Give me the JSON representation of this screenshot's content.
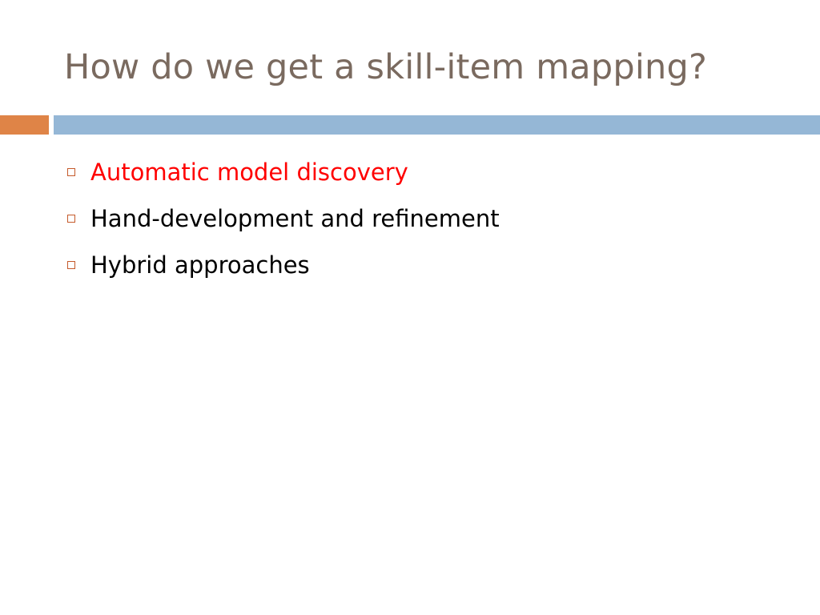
{
  "slide": {
    "title": "How do we get a skill-item mapping?",
    "bullets": [
      {
        "text": "Automatic model discovery",
        "color": "#ff0000"
      },
      {
        "text": "Hand-development and refinement",
        "color": "#000000"
      },
      {
        "text": "Hybrid approaches",
        "color": "#000000"
      }
    ]
  },
  "colors": {
    "title": "#7a6a5f",
    "accent_orange": "#df8447",
    "rule_blue": "#95b7d6",
    "bullet_marker": "#c55a2b"
  }
}
